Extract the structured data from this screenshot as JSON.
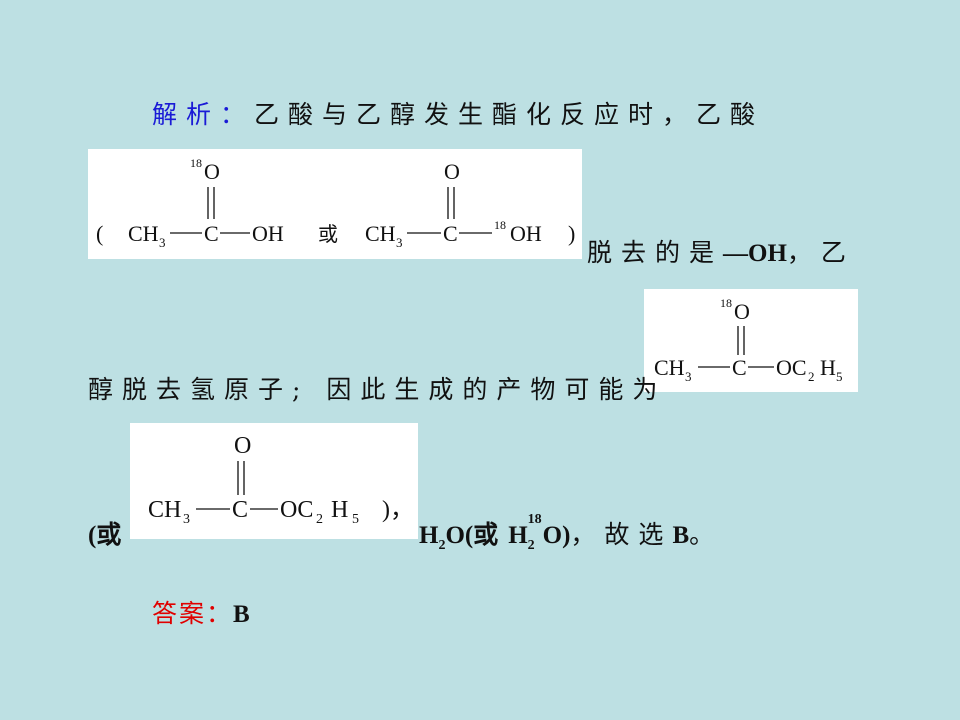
{
  "paragraph": {
    "label": "解析：",
    "line1_text": "乙酸与乙醇发生酯化反应时，乙酸",
    "formula_box1": {
      "open_paren": "(",
      "f1_ch": "CH",
      "f1_sub3": "3",
      "f1_c": "C",
      "f1_oh": "OH",
      "iso18": "18",
      "o_atom": "O",
      "or_word": "或",
      "f2_ch": "CH",
      "f2_sub3": "3",
      "f2_c": "C",
      "f2_iso18": "18",
      "f2_oh": "OH",
      "close_paren": ")"
    },
    "line2_text": "脱去的是",
    "line2_group": "—OH",
    "line2_tail": "，乙",
    "formula_box2": {
      "iso18": "18",
      "o_atom": "O",
      "ch": "CH",
      "sub3": "3",
      "c": "C",
      "oc": "OC",
      "sub2": "2",
      "h": "H",
      "sub5": "5"
    },
    "line3_text": "醇脱去氢原子; 因此生成的产物可能为",
    "line4_open": "(或",
    "formula_box3": {
      "o_atom": "O",
      "ch": "CH",
      "sub3": "3",
      "c": "C",
      "oc": "OC",
      "sub2": "2",
      "h": "H",
      "sub5": "5",
      "close": ")，"
    },
    "water_h": "H",
    "water_sub2": "2",
    "water_o": "O(或",
    "heavy_h": "H",
    "heavy_sub2": "2",
    "heavy_sup18": "18",
    "heavy_o": "O)",
    "line4_tail": "，故选",
    "choice": "B",
    "period": "。",
    "answer_label": "答案：",
    "answer_value": "B"
  },
  "colors": {
    "background": "#bde0e3",
    "label_blue": "#1a1ad6",
    "answer_red": "#e00000"
  }
}
